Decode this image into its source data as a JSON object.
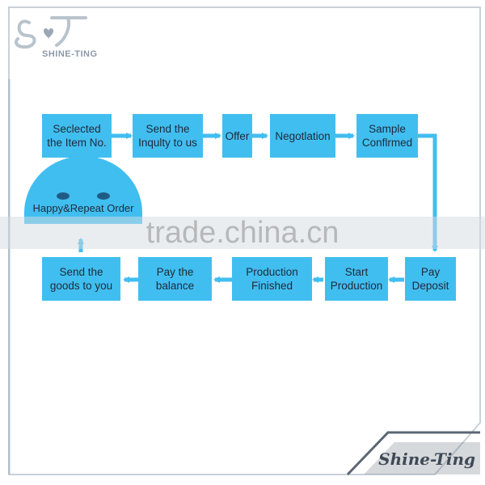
{
  "brand": {
    "logo_text": "SHINE-TING",
    "footer_text": "Shine-Ting"
  },
  "watermark": "trade.china.cn",
  "flow": {
    "steps": [
      "Seclected\nthe Item No.",
      "Send the\nInqulty to us",
      "Offer",
      "Negotlation",
      "Sample\nConflrmed",
      "Pay\nDeposit",
      "Start\nProduction",
      "Production\nFinished",
      "Pay the\nbalance",
      "Send the\ngoods to you"
    ],
    "loop_label": "Happy&Repeat Order"
  },
  "colors": {
    "box_fill": "#41bef0",
    "text": "#1d2a38",
    "frame": "#5c6773"
  }
}
